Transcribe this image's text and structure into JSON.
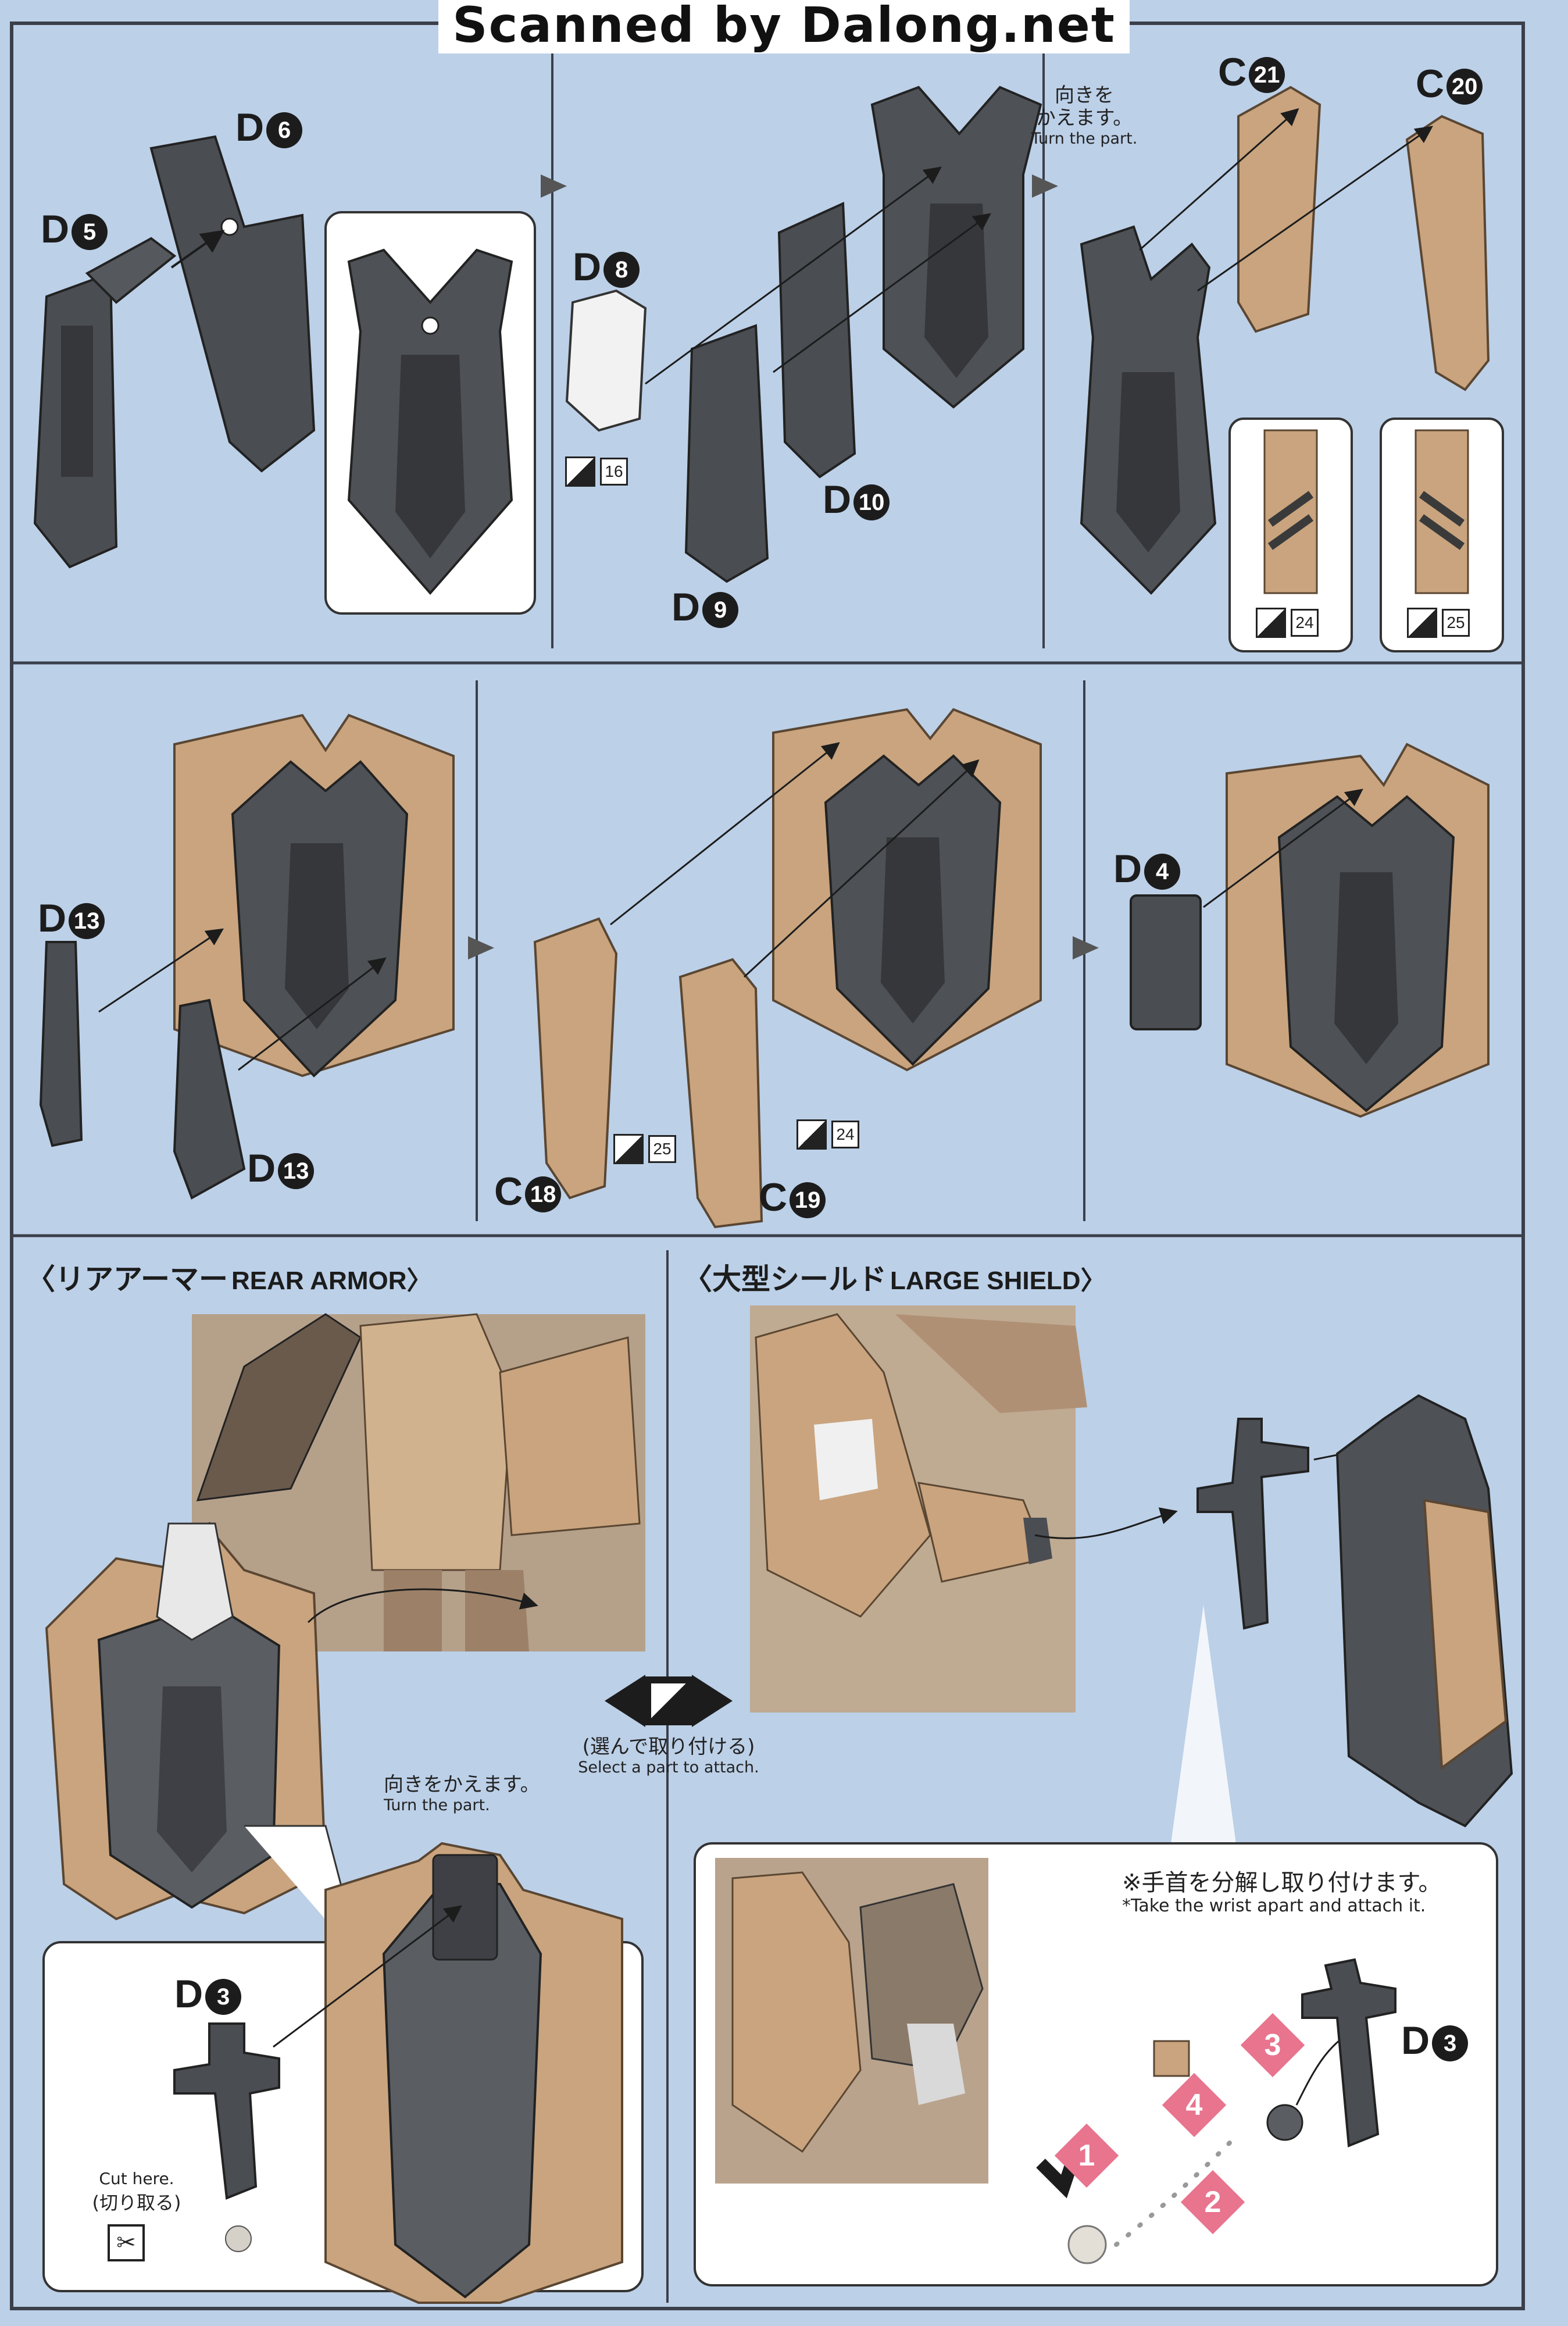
{
  "watermark": "Scanned by Dalong.net",
  "top_row": {
    "labels": {
      "d5": {
        "letter": "D",
        "num": "5"
      },
      "d6": {
        "letter": "D",
        "num": "6"
      },
      "d8": {
        "letter": "D",
        "num": "8"
      },
      "d9": {
        "letter": "D",
        "num": "9"
      },
      "d10": {
        "letter": "D",
        "num": "10"
      },
      "c21": {
        "letter": "C",
        "num": "21"
      },
      "c20": {
        "letter": "C",
        "num": "20"
      }
    },
    "turn_note_jp": "向きを\nかえます。",
    "turn_note_en": "Turn the part.",
    "stickers": {
      "s16": "16",
      "s24": "24",
      "s25": "25"
    }
  },
  "middle_row": {
    "labels": {
      "d13a": {
        "letter": "D",
        "num": "13"
      },
      "d13b": {
        "letter": "D",
        "num": "13"
      },
      "c18": {
        "letter": "C",
        "num": "18"
      },
      "c19": {
        "letter": "C",
        "num": "19"
      },
      "d4": {
        "letter": "D",
        "num": "4"
      }
    },
    "stickers": {
      "s25": "25",
      "s24": "24"
    }
  },
  "bottom_left": {
    "heading_jp": "〈リアアーマー",
    "heading_en": "REAR ARMOR〉",
    "turn_note_jp": "向きをかえます。",
    "turn_note_en": "Turn the part.",
    "label_d3": {
      "letter": "D",
      "num": "3"
    },
    "cut_en": "Cut here.",
    "cut_jp": "(切り取る)"
  },
  "center": {
    "select_jp": "(選んで取り付ける)",
    "select_en": "Select a part to attach."
  },
  "bottom_right": {
    "heading_jp": "〈大型シールド",
    "heading_en": "LARGE SHIELD〉",
    "wrist_jp": "※手首を分解し取り付けます。",
    "wrist_en": "*Take the wrist apart and attach it.",
    "label_d3": {
      "letter": "D",
      "num": "3"
    },
    "steps": [
      "1",
      "2",
      "3",
      "4"
    ]
  },
  "colors": {
    "background": "#bcd0e8",
    "dark_part": "#4a4d52",
    "tan_part": "#c9a47e",
    "step_badge": "#e8748e",
    "divider": "#3a3f4a"
  }
}
